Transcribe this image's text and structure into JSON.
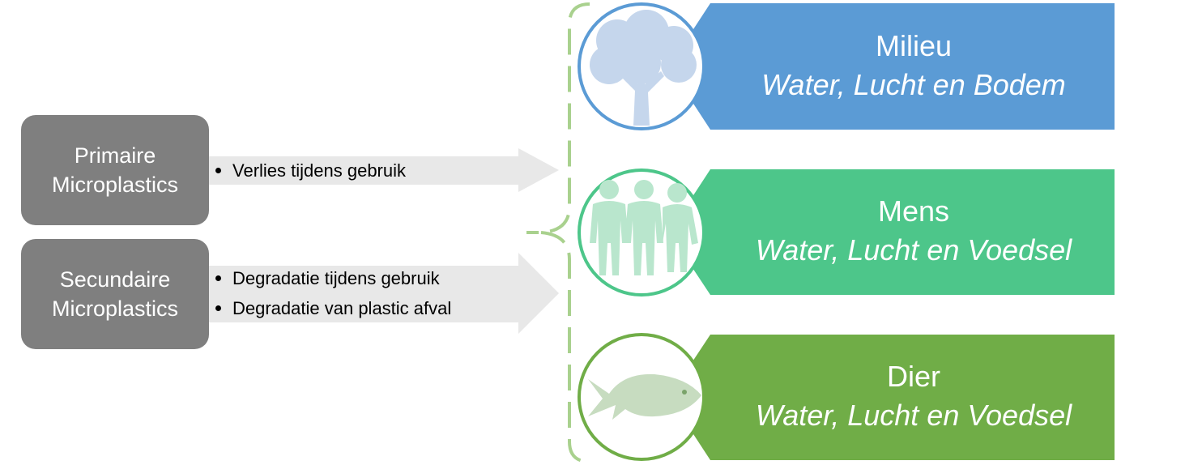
{
  "sources": [
    {
      "title_line1": "Primaire",
      "title_line2": "Microplastics",
      "bullets": [
        "Verlies tijdens gebruik"
      ]
    },
    {
      "title_line1": "Secundaire",
      "title_line2": "Microplastics",
      "bullets": [
        "Degradatie tijdens gebruik",
        "Degradatie van plastic afval"
      ]
    }
  ],
  "targets": [
    {
      "title": "Milieu",
      "subtitle": "Water, Lucht en Bodem",
      "icon": "tree-icon",
      "color": "#5b9bd5"
    },
    {
      "title": "Mens",
      "subtitle": "Water, Lucht en Voedsel",
      "icon": "people-icon",
      "color": "#4dc68a"
    },
    {
      "title": "Dier",
      "subtitle": "Water, Lucht en Voedsel",
      "icon": "fish-icon",
      "color": "#70ad47"
    }
  ],
  "colors": {
    "source_box": "#7f7f7f",
    "arrow": "#e8e8e8",
    "bracket": "#a9d18e"
  }
}
